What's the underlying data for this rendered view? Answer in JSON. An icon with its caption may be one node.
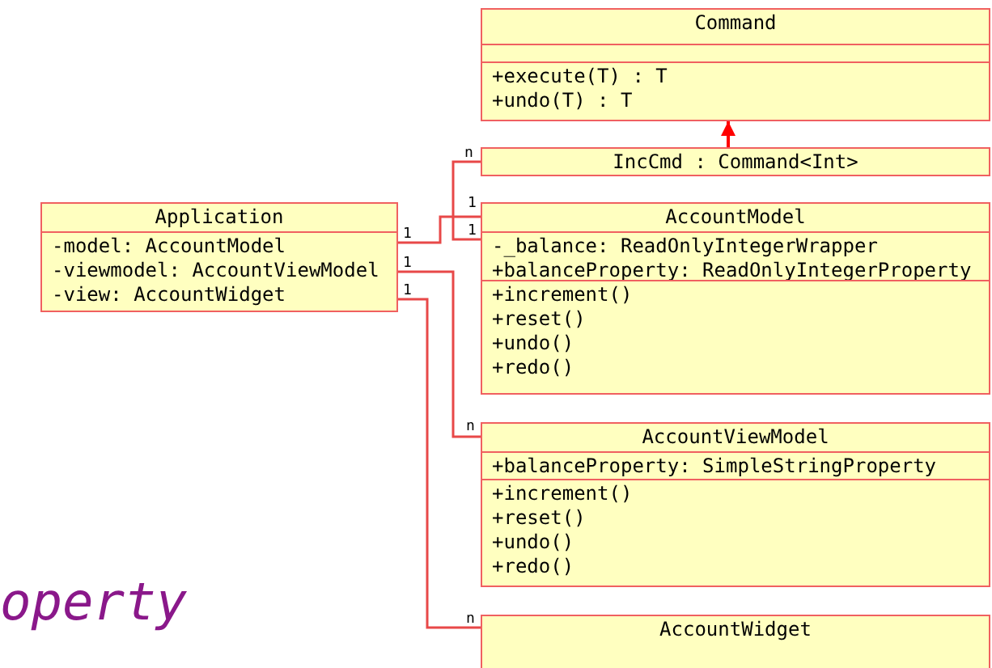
{
  "diagram": {
    "nodes": [
      {
        "text": [
          "Command"
        ]
      },
      {
        "text": [],
        "shape": "box",
        "in": 0
      },
      {
        "text": [
          "+execute(T) : T",
          "+undo(T) : T"
        ],
        "in": 0
      },
      {
        "text": [
          "IncCmd : Command<Int>"
        ]
      },
      {
        "text": [
          "Application"
        ]
      },
      {
        "text": [
          "-model: AccountModel",
          "-viewmodel: AccountViewModel",
          "-view: AccountWidget"
        ],
        "in": 4
      },
      {
        "text": [
          "AccountModel"
        ]
      },
      {
        "text": [
          "-_balance: ReadOnlyIntegerWrapper",
          "+balanceProperty: ReadOnlyIntegerProperty"
        ],
        "in": 6
      },
      {
        "text": [
          "+increment()",
          "+reset()",
          "+undo()",
          "+redo()"
        ],
        "in": 6
      },
      {
        "text": [
          "AccountViewModel"
        ]
      },
      {
        "text": [
          "+balanceProperty: SimpleStringProperty"
        ],
        "in": 9
      },
      {
        "text": [
          "+increment()",
          "+reset()",
          "+undo()",
          "+redo()"
        ],
        "in": 9
      },
      {
        "text": [
          "AccountWidget"
        ]
      }
    ],
    "edges": [
      {
        "from": 3,
        "to": 0,
        "arrow": "to"
      },
      {
        "from": 4,
        "to": 6,
        "arrow": "none"
      },
      {
        "from": 6,
        "to": 3,
        "arrow": "none"
      },
      {
        "from": 4,
        "to": 9,
        "arrow": "none"
      },
      {
        "from": 4,
        "to": 12,
        "arrow": "none"
      }
    ],
    "labels": [
      "n",
      "1",
      "1",
      "1",
      "1",
      "1",
      "n",
      "n",
      "operty"
    ]
  }
}
